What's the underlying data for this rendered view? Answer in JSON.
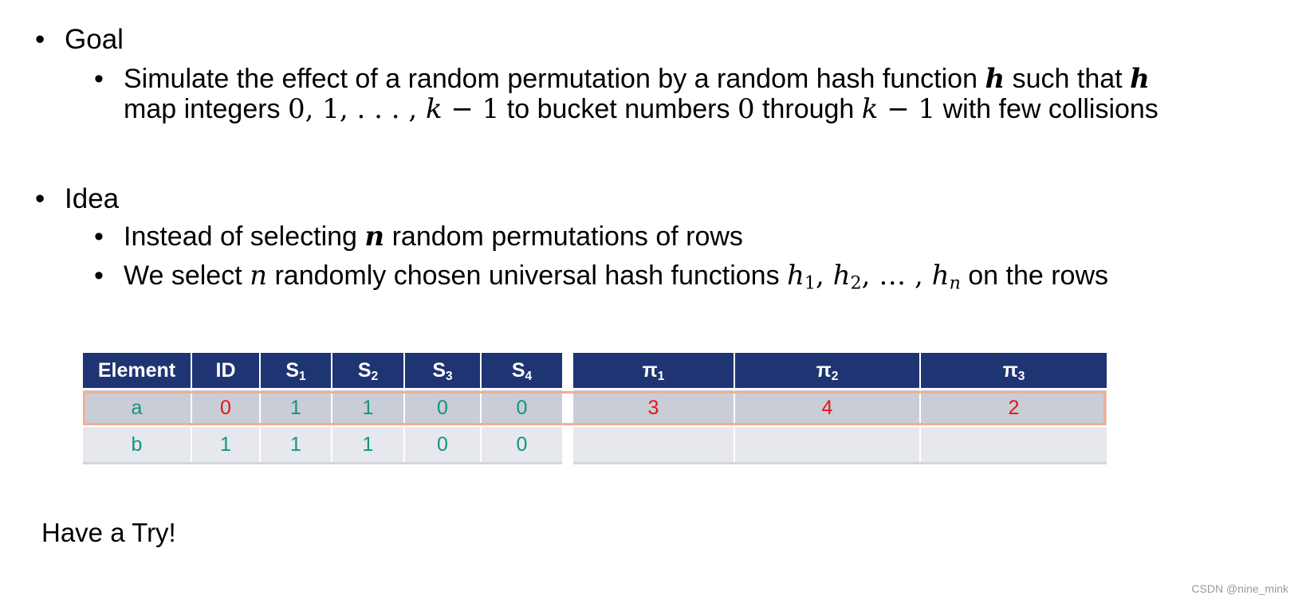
{
  "goal": {
    "label": "Goal",
    "sub": {
      "l1_a": "Simulate the effect of a random permutation by a random hash function ",
      "h": "h",
      "l1_b": " such that ",
      "l2_a": "map integers ",
      "l2_seq": "0, 1, . . . , ",
      "k": "k",
      "minus1": " − 1",
      "l2_b": " to bucket numbers ",
      "zero": "0",
      "l2_c": " through ",
      "l2_d": " with few collisions"
    }
  },
  "idea": {
    "label": "Idea",
    "sub1": {
      "a": "Instead of selecting ",
      "n": "n",
      "b": " random permutations of rows"
    },
    "sub2": {
      "a": "We select ",
      "n": "n",
      "b": " randomly chosen universal hash functions ",
      "h": "h",
      "s1": "1",
      "s2": "2",
      "s3": "n",
      "sep": ", ",
      "dots": ", … , ",
      "c": " on the rows"
    }
  },
  "table1": {
    "headers": {
      "element": "Element",
      "id": "ID",
      "s": "S",
      "s1": "1",
      "s2": "2",
      "s3": "3",
      "s4": "4"
    },
    "rows": [
      {
        "element": "a",
        "id": "0",
        "s1": "1",
        "s2": "1",
        "s3": "0",
        "s4": "0"
      },
      {
        "element": "b",
        "id": "1",
        "s1": "1",
        "s2": "1",
        "s3": "0",
        "s4": "0"
      }
    ]
  },
  "table2": {
    "headers": {
      "pi": "π",
      "p1": "1",
      "p2": "2",
      "p3": "3"
    },
    "rows": [
      {
        "p1": "3",
        "p2": "4",
        "p3": "2"
      },
      {
        "p1": "",
        "p2": "",
        "p3": ""
      }
    ]
  },
  "footer": {
    "try": "Have a Try!",
    "watermark": "CSDN @nine_mink"
  },
  "colors": {
    "header": "#1f3472",
    "teal": "#13947f",
    "red": "#e8141b",
    "highlight": "#f4ad98"
  }
}
